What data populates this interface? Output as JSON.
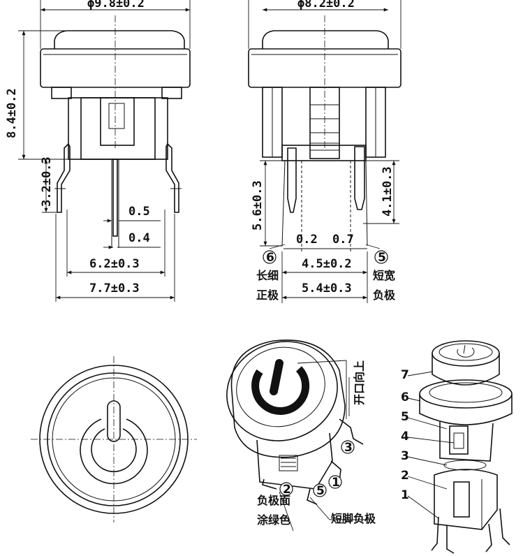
{
  "dimensions": {
    "top_left_width": "ϕ9.8±0.2",
    "top_right_width": "ϕ8.2±0.2",
    "left_height": "8.4±0.2",
    "left_pin_height": "3.2±0.3",
    "pin_width_a": "0.5",
    "pin_width_b": "0.4",
    "pin_span_a": "6.2±0.3",
    "pin_span_b": "7.7±0.3",
    "right_height_a": "5.6±0.3",
    "right_height_b": "4.1±0.3",
    "gap_a": "0.2",
    "gap_b": "0.7",
    "pin_span_c": "4.5±0.2",
    "pin_span_d": "5.4±0.3"
  },
  "pin_labels": {
    "left_number": "6",
    "left_text_1": "长细",
    "left_text_2": "正极",
    "right_number": "5",
    "right_text_1": "短宽",
    "right_text_2": "负极"
  },
  "iso_labels": {
    "opening_up": "开口向上",
    "neg_face_1": "负极面",
    "neg_face_2": "涂绿色",
    "short_neg": "短脚负极",
    "n1": "1",
    "n2": "2",
    "n3": "3",
    "n5": "5"
  },
  "exploded_labels": [
    "7",
    "6",
    "5",
    "4",
    "3",
    "2",
    "1"
  ]
}
